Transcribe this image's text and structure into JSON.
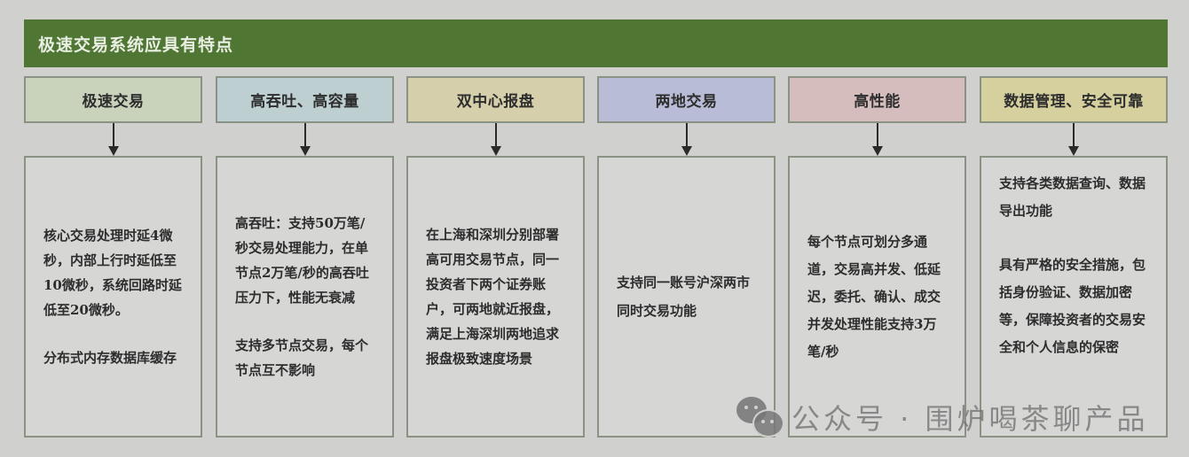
{
  "title": "极速交易系统应具有特点",
  "colors": {
    "title_bg": "#4f7632",
    "background": "#d0d1cf",
    "box_border": "#8a9284"
  },
  "columns": [
    {
      "header": "极速交易",
      "header_bg": "#c9d3bc",
      "paragraphs": [
        "核心交易处理时延4微秒，内部上行时延低至10微秒，系统回路时延低至20微秒。",
        "分布式内存数据库缓存"
      ]
    },
    {
      "header": "高吞吐、高容量",
      "header_bg": "#bdcfd1",
      "paragraphs": [
        "高吞吐：支持50万笔/秒交易处理能力，在单节点2万笔/秒的高吞吐压力下，性能无衰减",
        "支持多节点交易，每个节点互不影响"
      ]
    },
    {
      "header": "双中心报盘",
      "header_bg": "#d6cfac",
      "paragraphs": [
        "在上海和深圳分别部署高可用交易节点，同一投资者下两个证券账户，可两地就近报盘，满足上海深圳两地追求报盘极致速度场景"
      ]
    },
    {
      "header": "两地交易",
      "header_bg": "#b8bcd6",
      "paragraphs": [
        "支持同一账号沪深两市同时交易功能"
      ]
    },
    {
      "header": "高性能",
      "header_bg": "#d6bdbd",
      "paragraphs": [
        "每个节点可划分多通道，交易高并发、低延迟，委托、确认、成交并发处理性能支持3万笔/秒"
      ]
    },
    {
      "header": "数据管理、安全可靠",
      "header_bg": "#d6cf9e",
      "paragraphs": [
        "支持各类数据查询、数据导出功能",
        "具有严格的安全措施，包括身份验证、数据加密等，保障投资者的交易安全和个人信息的保密"
      ]
    }
  ],
  "watermark": {
    "icon": "wechat-icon",
    "text": "公众号 · 围炉喝茶聊产品"
  }
}
